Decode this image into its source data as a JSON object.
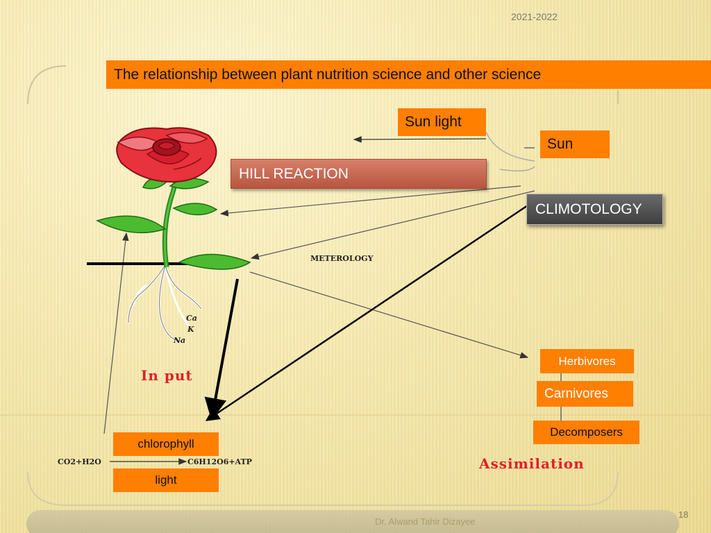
{
  "header": {
    "year": "2021-2022",
    "title": "The relationship between plant nutrition science and other science"
  },
  "labels": {
    "sun_light": "Sun light",
    "sun": "Sun",
    "hill_reaction": "HILL REACTION",
    "climotology": "CLIMOTOLOGY",
    "meterology": "METEROLOGY",
    "herbivores": "Herbivores",
    "carnivores": "Carnivores",
    "decomposers": "Decomposers",
    "chlorophyll": "chlorophyll",
    "light": "light",
    "input": "In put",
    "assimilation": "Assimilation",
    "equation_left": "CO2+H2O",
    "equation_right": "C6H12O6+ATP",
    "ions": [
      "Ca",
      "K",
      "Na"
    ]
  },
  "colors": {
    "accent": "#ff7f00",
    "hill": "#c4624b",
    "climotology": "#505050",
    "handwriting": "#e0202a"
  },
  "footer": {
    "author": "Dr. Alwand Tahir Dizayee",
    "page_number": "18"
  }
}
